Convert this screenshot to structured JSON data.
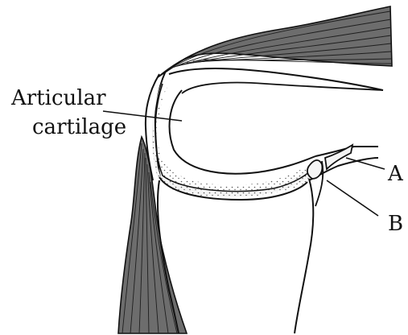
{
  "labels": {
    "articular_line1": "Articular",
    "articular_line2": "cartilage",
    "a": "A",
    "b": "B"
  },
  "colors": {
    "ink": "#111111",
    "muscle_fill": "#6d6d6d",
    "cartilage_fill": "#f2f2f2",
    "stipple": "#555555",
    "background": "#ffffff"
  }
}
